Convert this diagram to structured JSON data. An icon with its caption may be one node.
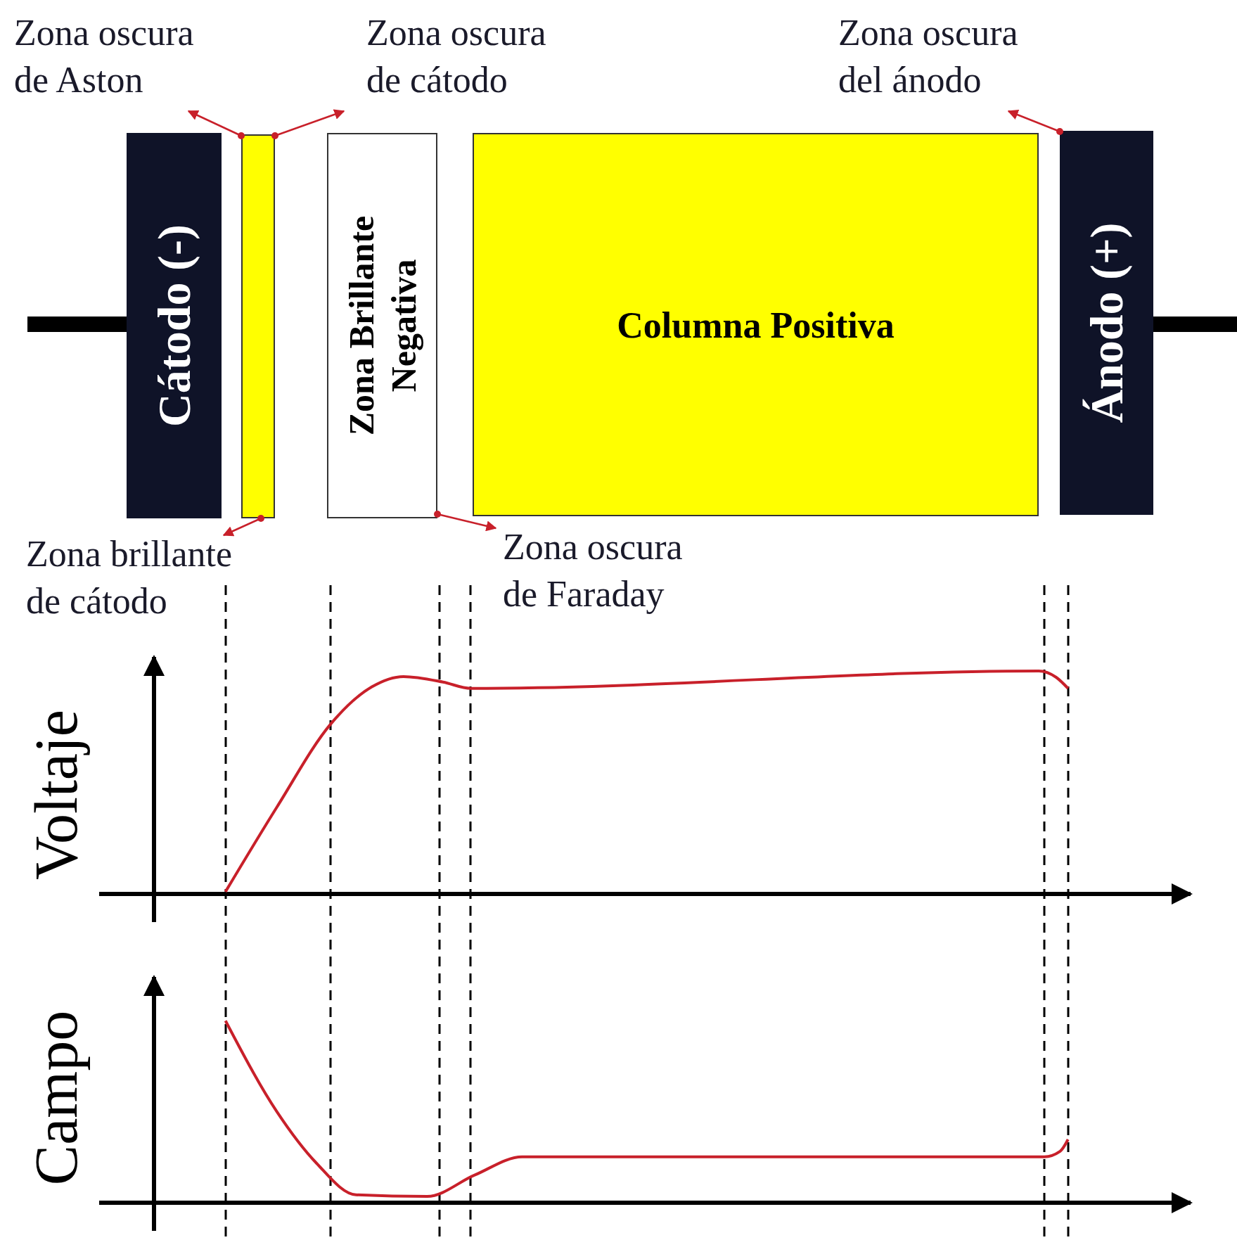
{
  "diagram": {
    "nodes": [
      {
        "text": [
          "Cátodo (-)"
        ]
      },
      {
        "text": [],
        "shape": "bar"
      },
      {
        "text": [
          "Zona Brillante Negativa"
        ]
      },
      {
        "text": [
          "Columna Positiva"
        ]
      },
      {
        "text": [
          "Ánodo (+)"
        ]
      },
      {
        "text": [
          "Zona oscura de Aston"
        ]
      },
      {
        "text": [
          "Zona oscura de cátodo"
        ]
      },
      {
        "text": [
          "Zona oscura del ánodo"
        ]
      },
      {
        "text": [
          "Zona brillante de cátodo"
        ]
      },
      {
        "text": [
          "Zona oscura de Faraday"
        ]
      },
      {
        "text": [],
        "shape": "bar"
      },
      {
        "text": [],
        "shape": "bar"
      }
    ],
    "edges": [
      {
        "from": 1,
        "to": 5,
        "arrow": "to"
      },
      {
        "from": 1,
        "to": 6,
        "arrow": "to"
      },
      {
        "from": 4,
        "to": 7,
        "arrow": "to"
      },
      {
        "from": 1,
        "to": 8,
        "arrow": "to"
      },
      {
        "from": 2,
        "to": 9,
        "arrow": "to"
      }
    ],
    "labels": [
      "Voltaje",
      "Campo"
    ]
  }
}
